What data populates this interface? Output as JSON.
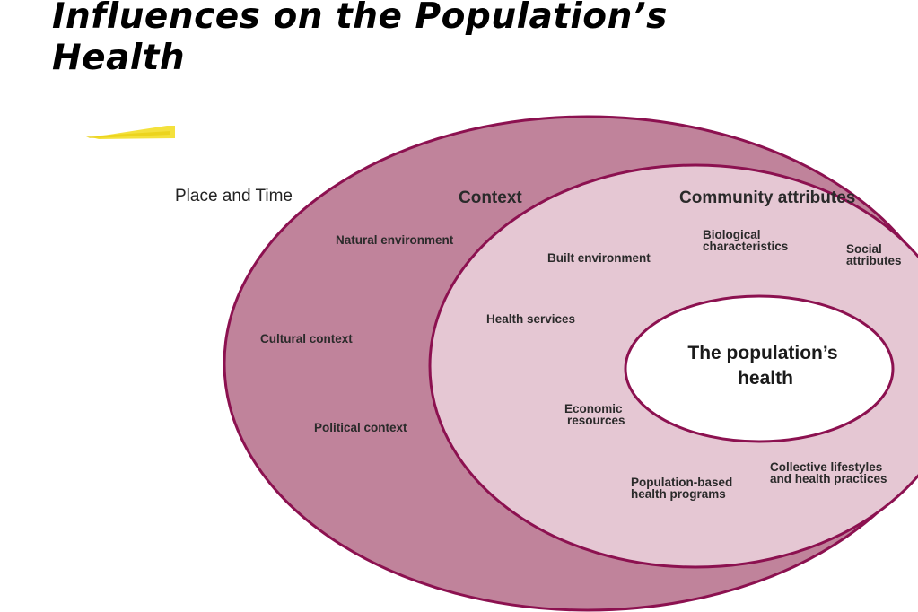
{
  "title": "Influences on the Population’s\nHealth",
  "colors": {
    "outer_fill": "#c0839b",
    "middle_fill": "#e5c7d3",
    "inner_fill": "#ffffff",
    "stroke": "#8c1150",
    "accent": "#f2dc1a"
  },
  "diagram": {
    "outer_label": "Place and Time",
    "context_label": "Context",
    "community_label": "Community attributes",
    "core_label_1": "The population’s",
    "core_label_2": "health",
    "context_items": {
      "natural": "Natural environment",
      "cultural": "Cultural context",
      "political": "Political context"
    },
    "community_items": {
      "built": "Built environment",
      "bio_1": "Biological",
      "bio_2": "characteristics",
      "social_1": "Social",
      "social_2": "attributes",
      "health_services": "Health services",
      "econ_1": "Economic",
      "econ_2": "resources",
      "lifestyle_1": "Collective lifestyles",
      "lifestyle_2": "and health practices",
      "programs_1": "Population-based",
      "programs_2": "health programs"
    }
  }
}
